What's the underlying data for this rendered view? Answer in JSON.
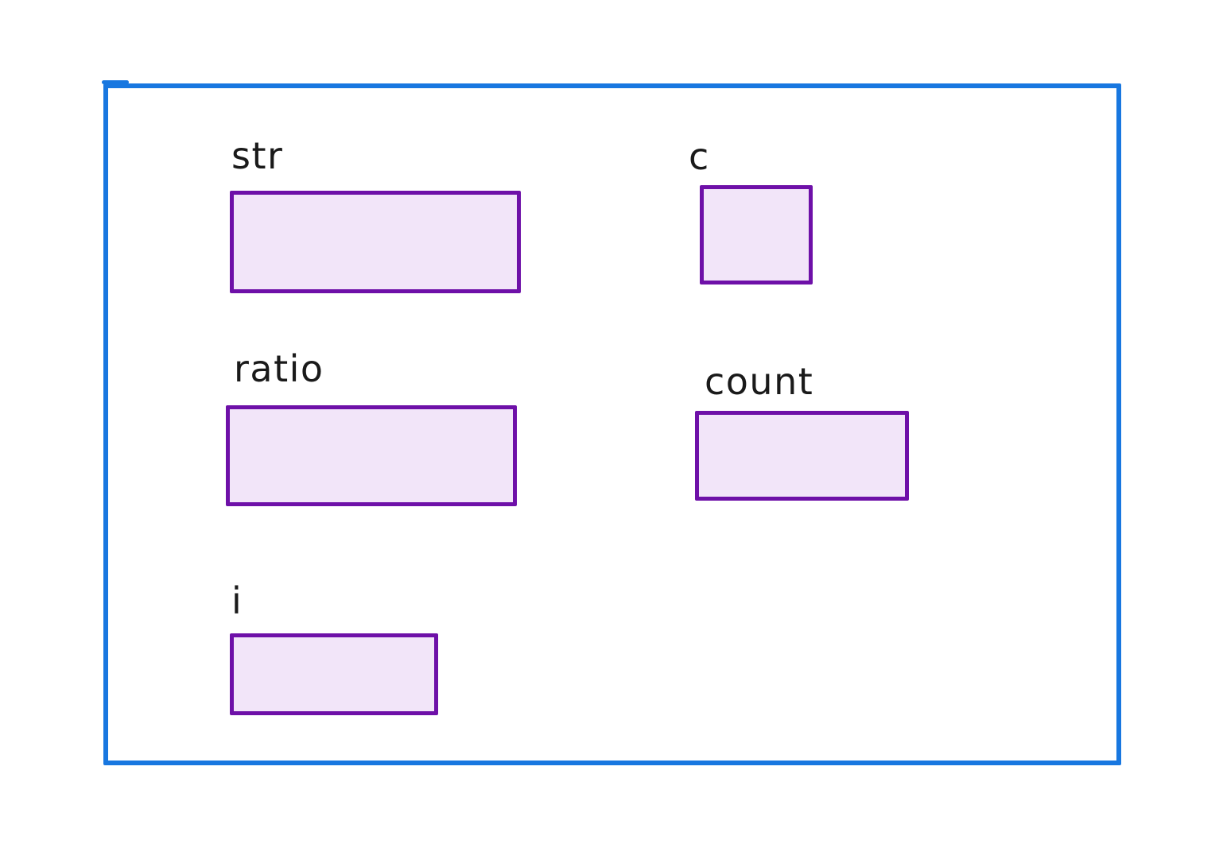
{
  "colors": {
    "background": "#ffffff",
    "frame_border": "#1877e0",
    "box_border": "#6e10a8",
    "box_fill": "#f2e5f9",
    "label_text": "#1a1a1a"
  },
  "variables": [
    {
      "label": "str"
    },
    {
      "label": "c"
    },
    {
      "label": "ratio"
    },
    {
      "label": "count"
    },
    {
      "label": "i"
    }
  ]
}
